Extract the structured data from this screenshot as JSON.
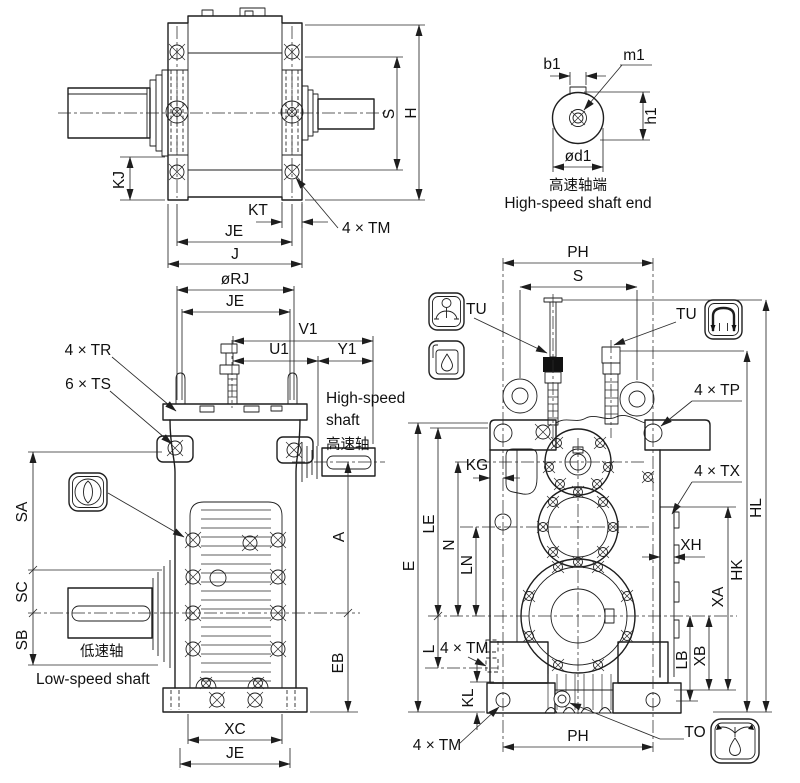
{
  "title": "Gear unit dimensional drawing",
  "colors": {
    "background": "#ffffff",
    "line": "#1e1e1e"
  },
  "views": {
    "top": {
      "kj": "KJ",
      "kt": "KT",
      "je": "JE",
      "j": "J",
      "s": "S",
      "h": "H",
      "tm": "4 × TM"
    },
    "shaft_end": {
      "b1": "b1",
      "m1": "m1",
      "h1": "h1",
      "d1": "ød1",
      "caption_zh": "高速轴端",
      "caption_en": "High-speed shaft end"
    },
    "front": {
      "rj": "øRJ",
      "je_top": "JE",
      "v1": "V1",
      "u1": "U1",
      "y1": "Y1",
      "tr": "4 × TR",
      "ts": "6 × TS",
      "sa": "SA",
      "sc": "SC",
      "sb": "SB",
      "a": "A",
      "eb": "EB",
      "xc": "XC",
      "je_bottom": "JE",
      "hs_line1": "High-speed",
      "hs_line2": "shaft",
      "hs_zh": "高速轴",
      "ls_zh": "低速轴",
      "ls_en": "Low-speed shaft"
    },
    "side": {
      "ph_top": "PH",
      "s": "S",
      "tu_left": "TU",
      "tu_right": "TU",
      "tp": "4 × TP",
      "tx": "4 × TX",
      "kg": "KG",
      "e": "E",
      "le": "LE",
      "n": "N",
      "ln": "LN",
      "l": "L",
      "tm_mid": "4 × TM",
      "kl": "KL",
      "tm_bottom": "4 × TM",
      "ph_bottom": "PH",
      "to": "TO",
      "xh": "XH",
      "xa": "XA",
      "xb": "XB",
      "lb": "LB",
      "hk": "HK",
      "hl": "HL"
    }
  },
  "icons": {
    "front_view": "sight-glass-icon",
    "side_view_left_top": "breather-valve-icon",
    "side_view_left_bottom": "oil-dipstick-icon",
    "side_view_right": "oil-fill-icon",
    "side_view_bottom": "oil-drain-icon"
  }
}
